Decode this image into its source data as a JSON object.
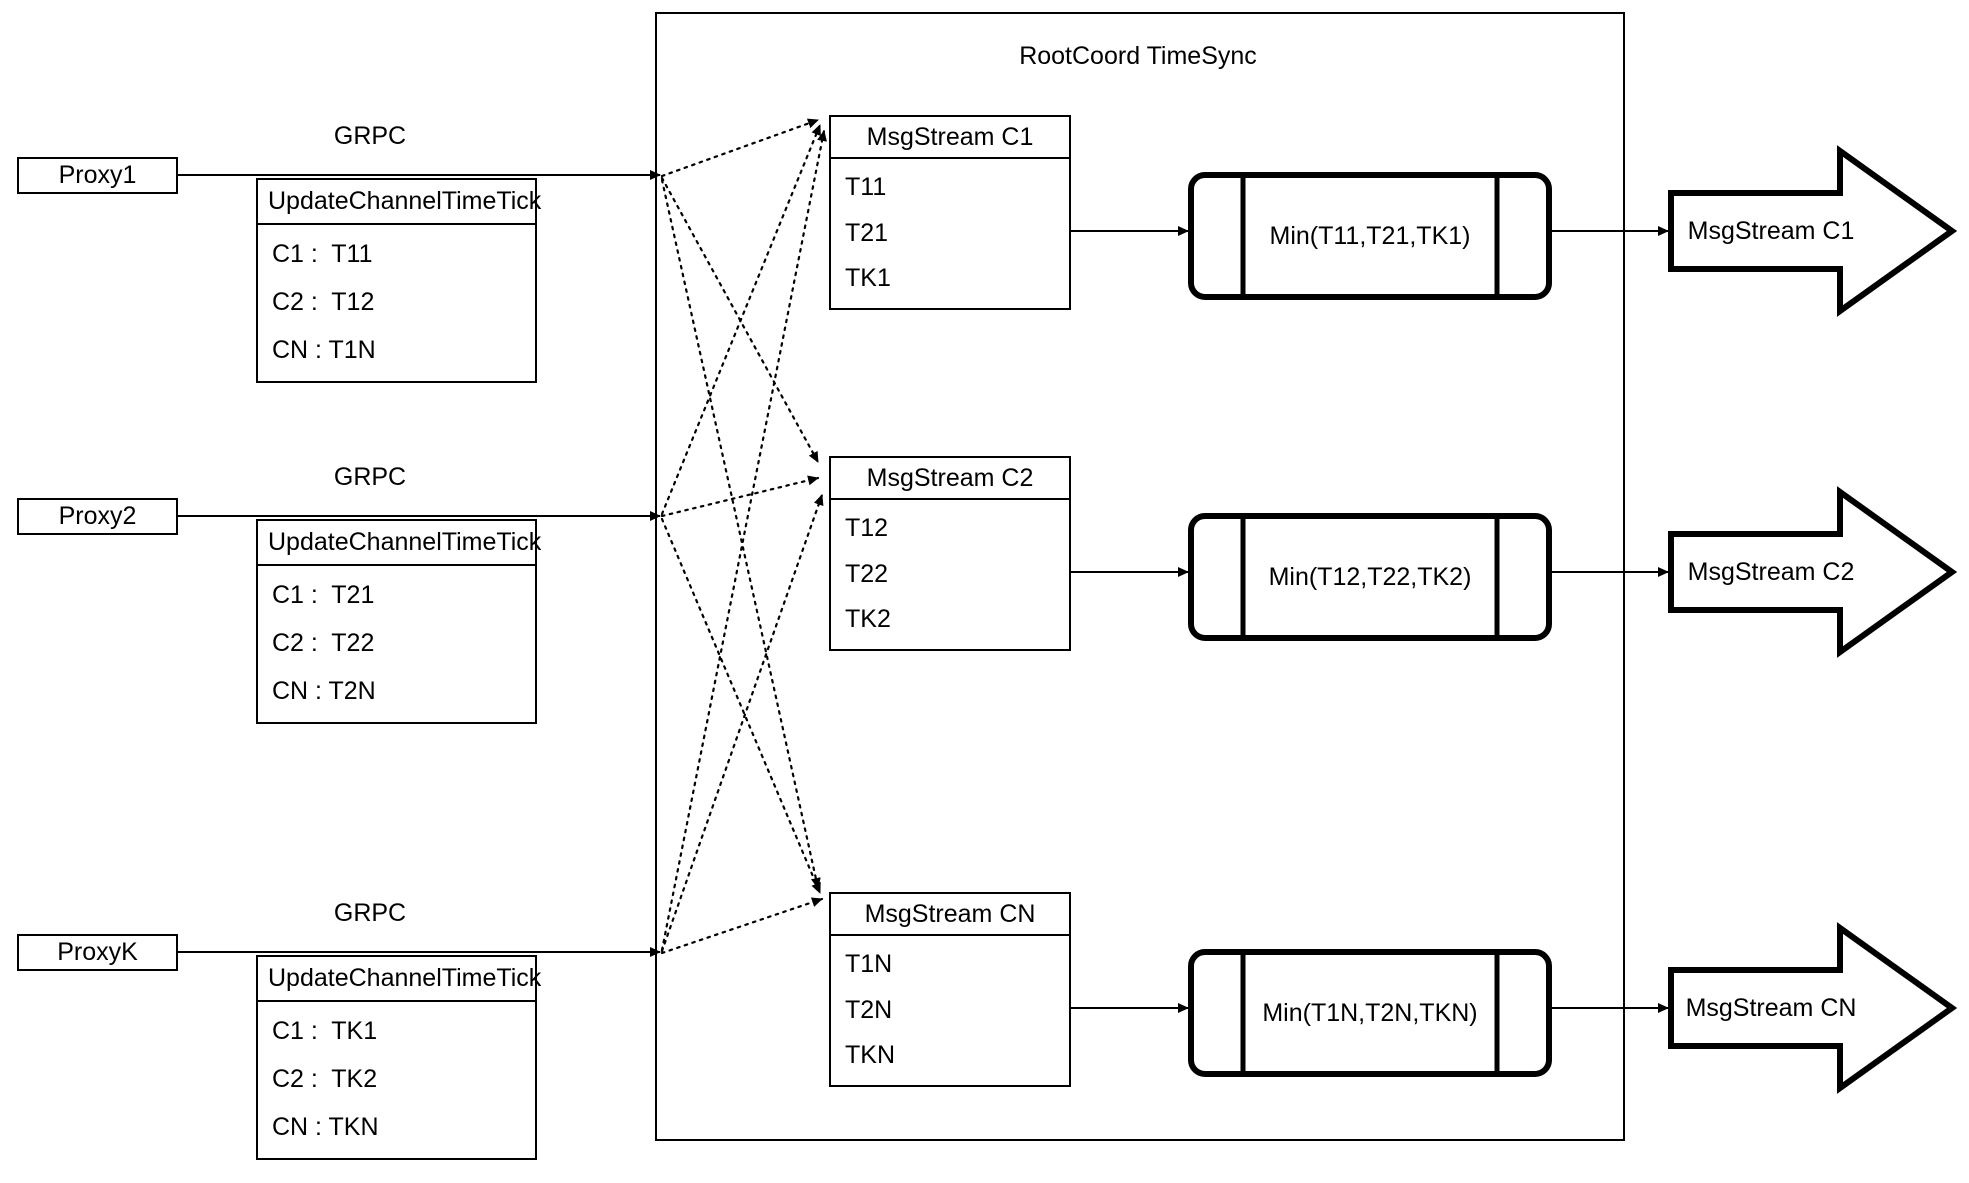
{
  "diagram": {
    "title": "RootCoord TimeSync",
    "container_label": "RootCoord TimeSync",
    "colors": {
      "stroke": "#000000",
      "fill": "#ffffff",
      "background": "#ffffff"
    }
  },
  "proxies": [
    {
      "name": "Proxy1",
      "link_label": "GRPC",
      "request": {
        "title": "UpdateChannelTimeTick",
        "rows": [
          "C1 :  T11",
          "C2 :  T12",
          "CN : T1N"
        ]
      }
    },
    {
      "name": "Proxy2",
      "link_label": "GRPC",
      "request": {
        "title": "UpdateChannelTimeTick",
        "rows": [
          "C1 :  T21",
          "C2 :  T22",
          "CN : T2N"
        ]
      }
    },
    {
      "name": "ProxyK",
      "link_label": "GRPC",
      "request": {
        "title": "UpdateChannelTimeTick",
        "rows": [
          "C1 :  TK1",
          "C2 :  TK2",
          "CN : TKN"
        ]
      }
    }
  ],
  "channels": [
    {
      "stream": {
        "title": "MsgStream C1",
        "rows": [
          "T11",
          "T21",
          "TK1"
        ]
      },
      "reducer": "Min(T11,T21,TK1)",
      "output": "MsgStream C1"
    },
    {
      "stream": {
        "title": "MsgStream C2",
        "rows": [
          "T12",
          "T22",
          "TK2"
        ]
      },
      "reducer": "Min(T12,T22,TK2)",
      "output": "MsgStream C2"
    },
    {
      "stream": {
        "title": "MsgStream CN",
        "rows": [
          "T1N",
          "T2N",
          "TKN"
        ]
      },
      "reducer": "Min(T1N,T2N,TKN)",
      "output": "MsgStream CN"
    }
  ]
}
